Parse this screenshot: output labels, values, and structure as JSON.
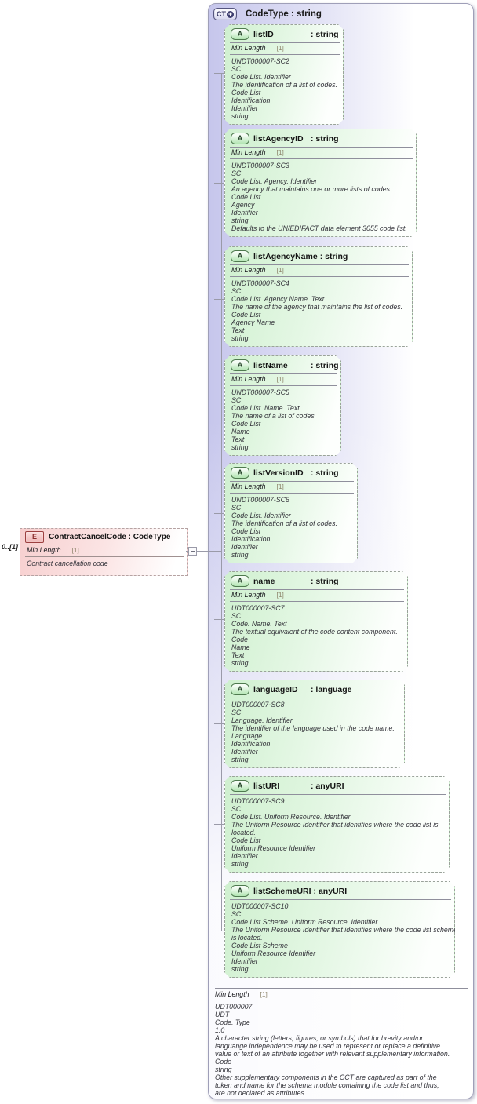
{
  "element": {
    "icon": "E",
    "title": "ContractCancelCode : CodeType",
    "cardinality": "0..[1]",
    "facet_name": "Min Length",
    "facet_value": "[1]",
    "doc": "Contract cancellation code"
  },
  "type_box": {
    "icon": "CT",
    "title": "CodeType : string",
    "facet_name": "Min Length",
    "facet_value": "[1]",
    "doc_lines": [
      "UDT000007",
      "UDT",
      "Code. Type",
      "1.0",
      "A character string (letters, figures, or symbols) that for brevity and/or",
      "languange independence may be used to represent or replace a definitive",
      "value or text of an attribute together with relevant supplementary information.",
      "Code",
      "string",
      "Other supplementary components in the CCT are captured as part of the",
      "token and name for the schema module containing the code list and thus,",
      "are not declared as attributes."
    ],
    "attributes": [
      {
        "icon": "A",
        "name": "listID",
        "type_label": ": string",
        "facet_name": "Min Length",
        "facet_value": "[1]",
        "doc_lines": [
          "UNDT000007-SC2",
          "SC",
          "Code List. Identifier",
          "The identification of a list of codes.",
          "Code List",
          "Identification",
          "Identifier",
          "string"
        ]
      },
      {
        "icon": "A",
        "name": "listAgencyID",
        "type_label": ": string",
        "facet_name": "Min Length",
        "facet_value": "[1]",
        "doc_lines": [
          "UNDT000007-SC3",
          "SC",
          "Code List. Agency. Identifier",
          "An agency that maintains one or more lists of codes.",
          "Code List",
          "Agency",
          "Identifier",
          "string",
          "Defaults to the UN/EDIFACT data element 3055 code list."
        ]
      },
      {
        "icon": "A",
        "name": "listAgencyName",
        "type_label": ": string",
        "facet_name": "Min Length",
        "facet_value": "[1]",
        "doc_lines": [
          "UNDT000007-SC4",
          "SC",
          "Code List. Agency Name. Text",
          "The name of the agency that maintains the list of codes.",
          "Code List",
          "Agency Name",
          "Text",
          "string"
        ]
      },
      {
        "icon": "A",
        "name": "listName",
        "type_label": ": string",
        "facet_name": "Min Length",
        "facet_value": "[1]",
        "doc_lines": [
          "UNDT000007-SC5",
          "SC",
          "Code List. Name. Text",
          "The name of a list of codes.",
          "Code List",
          "Name",
          "Text",
          "string"
        ]
      },
      {
        "icon": "A",
        "name": "listVersionID",
        "type_label": ": string",
        "facet_name": "Min Length",
        "facet_value": "[1]",
        "doc_lines": [
          "UNDT000007-SC6",
          "SC",
          "Code List. Identifier",
          "The identification of a list of codes.",
          "Code List",
          "Identification",
          "Identifier",
          "string"
        ]
      },
      {
        "icon": "A",
        "name": "name",
        "type_label": ": string",
        "facet_name": "Min Length",
        "facet_value": "[1]",
        "doc_lines": [
          "UDT000007-SC7",
          "SC",
          "Code. Name. Text",
          "The textual equivalent of the code content component.",
          "Code",
          "Name",
          "Text",
          "string"
        ]
      },
      {
        "icon": "A",
        "name": "languageID",
        "type_label": ": language",
        "doc_lines": [
          "UDT000007-SC8",
          "SC",
          "Language. Identifier",
          "The identifier of the language used in the code name.",
          "Language",
          "Identification",
          "Identifier",
          "string"
        ]
      },
      {
        "icon": "A",
        "name": "listURI",
        "type_label": ": anyURI",
        "doc_lines": [
          "UDT000007-SC9",
          "SC",
          "Code List. Uniform Resource. Identifier",
          "The Uniform Resource Identifier that identifies where the code list is",
          "located.",
          "Code List",
          "Uniform Resource Identifier",
          "Identifier",
          "string"
        ]
      },
      {
        "icon": "A",
        "name": "listSchemeURI",
        "type_label": ": anyURI",
        "doc_lines": [
          "UDT000007-SC10",
          "SC",
          "Code List Scheme. Uniform Resource. Identifier",
          "The Uniform Resource Identifier that identifies where the code list scheme",
          "is located.",
          "Code List Scheme",
          "Uniform Resource Identifier",
          "Identifier",
          "string"
        ]
      }
    ]
  },
  "colors": {
    "type_box_fill": "#c6c6ec",
    "attribute_fill": "#cff0cf",
    "element_fill": "#f7cfcf",
    "facet_value_text": "#8b8268",
    "line": "#9a9aa8"
  }
}
